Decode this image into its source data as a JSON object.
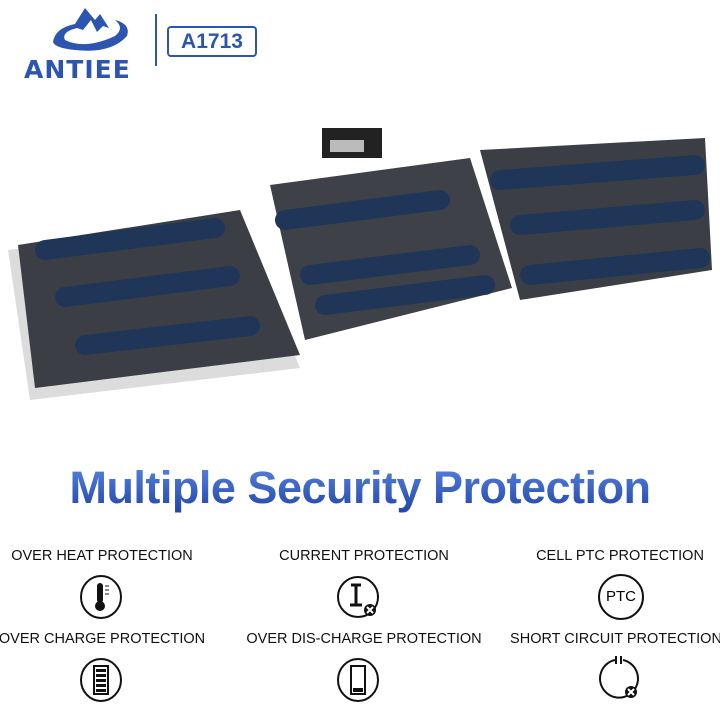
{
  "brand": {
    "name": "ANTIEE",
    "model": "A1713"
  },
  "headline": "Multiple Security Protection",
  "features": [
    {
      "label": "OVER HEAT PROTECTION",
      "icon": "thermometer-icon"
    },
    {
      "label": "CURRENT PROTECTION",
      "icon": "current-icon"
    },
    {
      "label": "CELL PTC PROTECTION",
      "icon": "ptc-icon",
      "icon_text": "PTC"
    },
    {
      "label": "OVER CHARGE PROTECTION",
      "icon": "full-battery-icon"
    },
    {
      "label": "OVER DIS-CHARGE PROTECTION",
      "icon": "low-battery-icon"
    },
    {
      "label": "SHORT CIRCUIT PROTECTION",
      "icon": "short-circuit-icon"
    }
  ],
  "colors": {
    "brand": "#2c55b0",
    "panel": "#3a3e44",
    "strip": "#243a5a"
  }
}
